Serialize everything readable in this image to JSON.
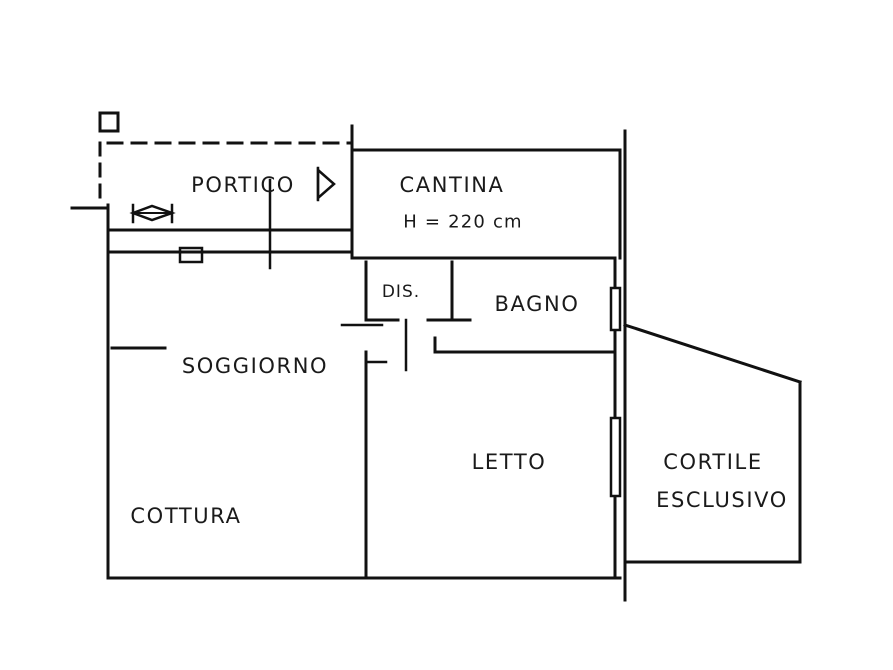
{
  "document": {
    "type": "architectural-floor-plan",
    "style": "line-drawing",
    "background_color": "#ffffff",
    "line_color": "#111111"
  },
  "labels": {
    "portico": "PORTICO",
    "cantina": "CANTINA",
    "cantina_height": "H = 220 cm",
    "dis": "DIS.",
    "bagno": "BAGNO",
    "soggiorno": "SOGGIORNO",
    "letto": "LETTO",
    "cottura": "COTTURA",
    "cortile_line1": "CORTILE",
    "cortile_line2": "ESCLUSIVO"
  }
}
